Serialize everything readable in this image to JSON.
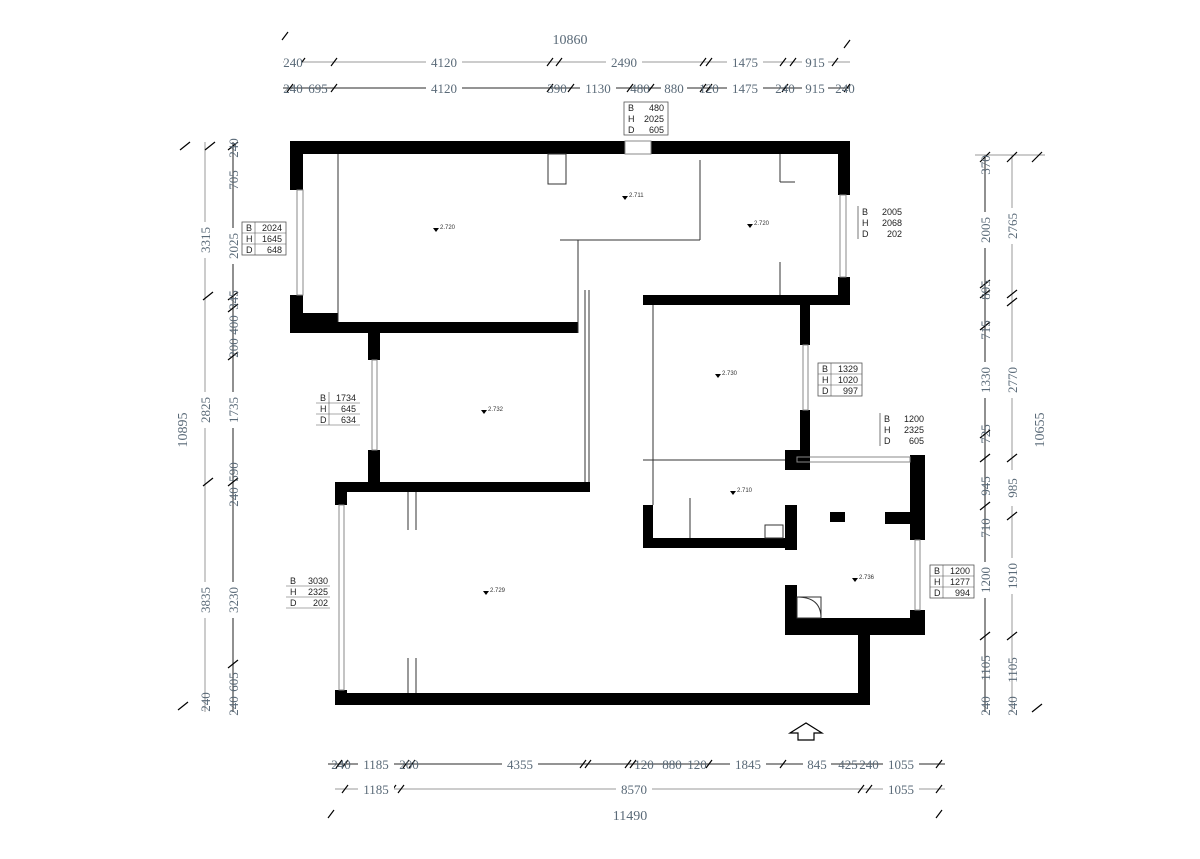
{
  "top_dims": {
    "total": "10860",
    "row1": [
      "240",
      "4120",
      "2490",
      "1475",
      "915"
    ],
    "row2": [
      "240",
      "695",
      "4120",
      "390",
      "1130",
      "480",
      "880",
      "120",
      "1475",
      "240",
      "915",
      "240"
    ]
  },
  "bottom_dims": {
    "total": "11490",
    "row1": [
      "240",
      "1185",
      "200",
      "4355",
      "120",
      "880",
      "120",
      "1845",
      "845",
      "425",
      "240",
      "1055"
    ],
    "row2": [
      "1185",
      "8570",
      "1055"
    ]
  },
  "left_dims": {
    "total": "10895",
    "outer": [
      "3315",
      "2825",
      "3835",
      "240"
    ],
    "inner": [
      "240",
      "705",
      "2025",
      "345",
      "400",
      "200",
      "1735",
      "590",
      "240",
      "3230",
      "605",
      "240"
    ]
  },
  "right_dims": {
    "total": "10655",
    "outer": [
      "2765",
      "2770",
      "985",
      "1910",
      "1105",
      "240"
    ],
    "inner": [
      "370",
      "2005",
      "895",
      "715",
      "1330",
      "725",
      "945",
      "710",
      "1200",
      "1105",
      "240"
    ]
  },
  "window_tables": [
    {
      "B": "480",
      "H": "2025",
      "D": "605"
    },
    {
      "B": "2024",
      "H": "1645",
      "D": "648"
    },
    {
      "B": "2005",
      "H": "2068",
      "D": "202"
    },
    {
      "B": "1734",
      "H": "645",
      "D": "634"
    },
    {
      "B": "1329",
      "H": "1020",
      "D": "997"
    },
    {
      "B": "1200",
      "H": "2325",
      "D": "605"
    },
    {
      "B": "3030",
      "H": "2325",
      "D": "202"
    },
    {
      "B": "1200",
      "H": "1277",
      "D": "994"
    }
  ],
  "table_keys": [
    "B",
    "H",
    "D"
  ],
  "elevations": [
    "2.720",
    "2.711",
    "2.720",
    "2.732",
    "2.730",
    "2.710",
    "2.736",
    "2.729"
  ],
  "entrance_icon": "arrow-up-icon"
}
